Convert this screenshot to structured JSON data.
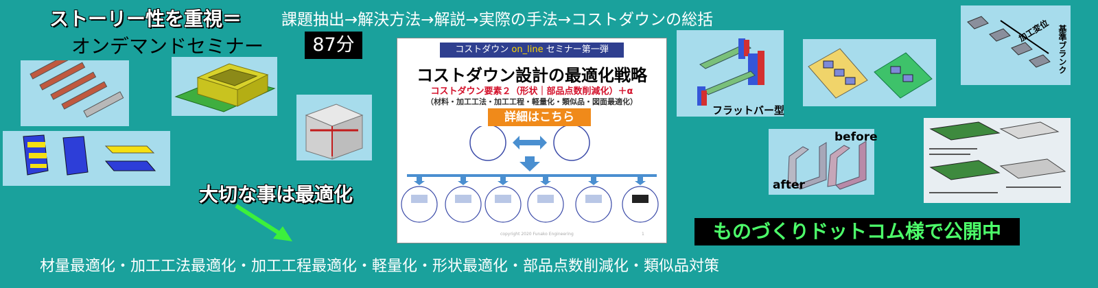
{
  "header": {
    "title_emphasis": "ストーリー性を重視＝",
    "title_flow": "課題抽出→解決方法→解説→実際の手法→コストダウンの総括",
    "seminar_type": "オンデマンドセミナー",
    "duration": "87分"
  },
  "slide": {
    "header_prefix": "コストダウン ",
    "header_highlight": "on_line",
    "header_suffix": " セミナー第一弾",
    "title": "コストダウン設計の最適化戦略",
    "subtitle": "コストダウン要素２（形状｜部品点数削減化）＋α",
    "subtitle2": "（材料・加工工法・加工工程・軽量化・類似品・図面最適化）",
    "cta": "詳細はこちら",
    "copyright": "copyright 2020 Funako Engineering",
    "page": "1"
  },
  "labels": {
    "flat_bar": "フラットバー型",
    "before": "before",
    "after": "after",
    "kakou_hensei": "加工変位",
    "kijun_blank": "基準ブランク"
  },
  "slogan": "大切な事は最適化",
  "publish": "ものづくりドットコム様で公開中",
  "footer_items": "材量最適化・加工工法最適化・加工工程最適化・軽量化・形状最適化・部品点数削減化・類似品対策",
  "colors": {
    "background": "#1aa19c",
    "panel": "#a7dcec",
    "accent_red": "#d3102a",
    "cta_orange": "#f08a1a",
    "publish_green": "#4dff6a"
  }
}
